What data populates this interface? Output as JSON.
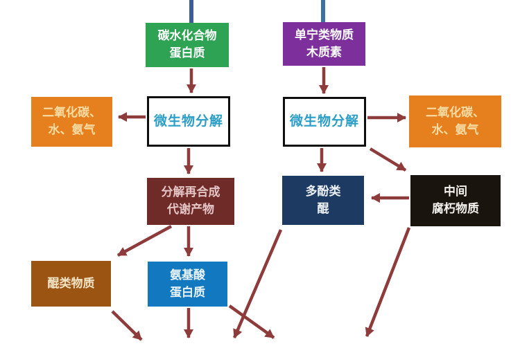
{
  "diagram": {
    "title": "organic-matter-decomposition-flowchart",
    "background_color": "#ffffff",
    "arrow_color": "#8E3B3C",
    "top_connectors": [
      {
        "name": "input-line-left",
        "color": "#3D5C9F"
      },
      {
        "name": "input-line-right",
        "color": "#3B729F"
      }
    ],
    "nodes": {
      "carbohydrates": {
        "line1": "碳水化合物",
        "line2": "蛋白质",
        "bg": "#2EA353",
        "fg": "#FFFFFF"
      },
      "tannins": {
        "line1": "单宁类物质",
        "line2": "木质素",
        "bg": "#7D2F9B",
        "fg": "#FFFFFF"
      },
      "co2_left": {
        "line1": "二氧化碳、",
        "line2": "水、氨气",
        "bg": "#E6801E",
        "fg": "#F8DCA4"
      },
      "microbial_1": {
        "line1": "微生物分解",
        "bg": "#FFFFFF",
        "fg": "#2B9EC7"
      },
      "microbial_2": {
        "line1": "微生物分解",
        "bg": "#FFFFFF",
        "fg": "#2B9EC7"
      },
      "co2_right": {
        "line1": "二氧化碳、",
        "line2": "水、氨气",
        "bg": "#E6801E",
        "fg": "#F8DCA4"
      },
      "metabolites": {
        "line1": "分解再合成",
        "line2": "代谢产物",
        "bg": "#6F2B28",
        "fg": "#E5C6C6"
      },
      "polyphenols": {
        "line1": "多酚类",
        "line2": "醌",
        "bg": "#1D3A63",
        "fg": "#EDF1F5"
      },
      "intermediate": {
        "line1": "中间",
        "line2": "腐朽物质",
        "bg": "#1A140F",
        "fg": "#F5F2EE"
      },
      "quinones": {
        "line1": "醌类物质",
        "bg": "#9C5413",
        "fg": "#F4E4C6"
      },
      "amino_acids": {
        "line1": "氨基酸",
        "line2": "蛋白质",
        "bg": "#1278BF",
        "fg": "#EAF4FB"
      }
    },
    "edges": [
      {
        "from": "top-left-input",
        "to": "carbohydrates"
      },
      {
        "from": "top-right-input",
        "to": "tannins"
      },
      {
        "from": "carbohydrates",
        "to": "microbial_1"
      },
      {
        "from": "microbial_1",
        "to": "co2_left"
      },
      {
        "from": "microbial_1",
        "to": "metabolites"
      },
      {
        "from": "tannins",
        "to": "microbial_2"
      },
      {
        "from": "microbial_2",
        "to": "co2_right"
      },
      {
        "from": "microbial_2",
        "to": "polyphenols"
      },
      {
        "from": "microbial_2",
        "to": "intermediate"
      },
      {
        "from": "intermediate",
        "to": "polyphenols"
      },
      {
        "from": "metabolites",
        "to": "quinones"
      },
      {
        "from": "metabolites",
        "to": "amino_acids"
      },
      {
        "from": "quinones",
        "to": "bottom"
      },
      {
        "from": "amino_acids",
        "to": "bottom"
      },
      {
        "from": "amino_acids",
        "to": "bottom-right"
      },
      {
        "from": "polyphenols",
        "to": "bottom"
      },
      {
        "from": "intermediate",
        "to": "bottom"
      }
    ]
  }
}
